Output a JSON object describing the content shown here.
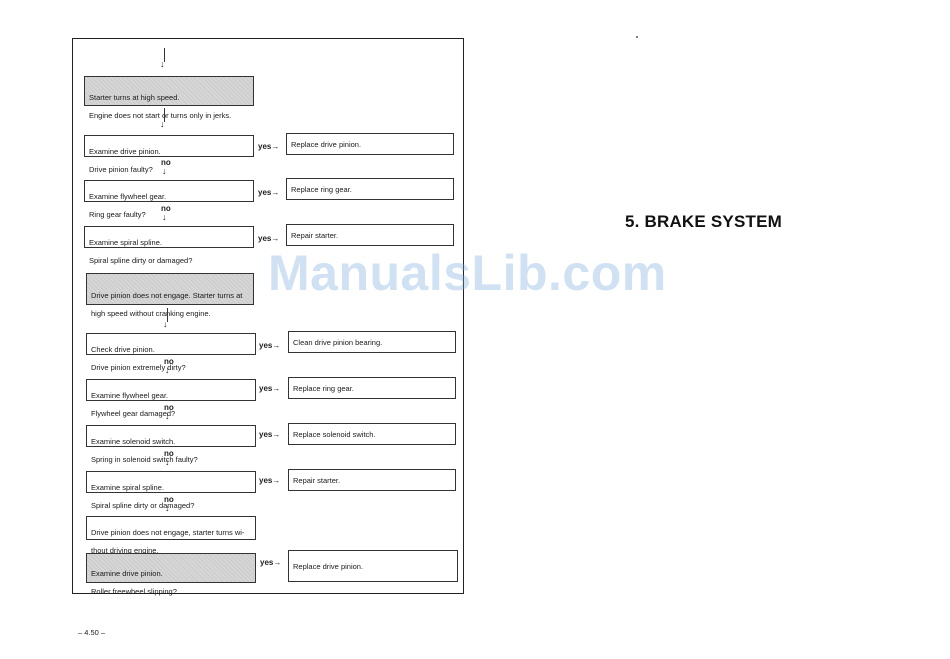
{
  "flowchart": {
    "section1": {
      "start": {
        "line1": "Starter turns at high speed.",
        "line2": "Engine does not start or turns only in jerks."
      },
      "checks": [
        {
          "q1": "Examine drive pinion.",
          "q2": "Drive pinion faulty?",
          "yes": "yes→",
          "action": "Replace drive pinion.",
          "no": "no"
        },
        {
          "q1": "Examine flywheel gear.",
          "q2": "Ring gear faulty?",
          "yes": "yes→",
          "action": "Replace ring gear.",
          "no": "no"
        },
        {
          "q1": "Examine spiral spline.",
          "q2": "Spiral spline dirty or damaged?",
          "yes": "yes→",
          "action": "Repair starter."
        }
      ]
    },
    "section2": {
      "start": {
        "line1": "Drive pinion does not engage. Starter turns at",
        "line2": "high speed without cranking engine."
      },
      "checks": [
        {
          "q1": "Check drive pinion.",
          "q2": "Drive pinion extremely dirty?",
          "yes": "yes→",
          "action": "Clean drive pinion bearing.",
          "no": "no"
        },
        {
          "q1": "Examine flywheel gear.",
          "q2": "Flywheel gear damaged?",
          "yes": "yes→",
          "action": "Replace ring gear.",
          "no": "no"
        },
        {
          "q1": "Examine solenoid switch.",
          "q2": "Spring in solenoid switch faulty?",
          "yes": "yes→",
          "action": "Replace solenoid switch.",
          "no": "no"
        },
        {
          "q1": "Examine spiral spline.",
          "q2": "Spiral spline dirty or damaged?",
          "yes": "yes→",
          "action": "Repair starter.",
          "no": "no"
        }
      ],
      "note": {
        "line1": "Drive pinion does not engage, starter turns wi-",
        "line2": "thout driving engine."
      },
      "last": {
        "q1": "Examine drive pinion.",
        "q2": "Roller freewheel slipping?",
        "yes": "yes→",
        "action": "Replace drive pinion."
      }
    }
  },
  "heading": "5. BRAKE SYSTEM",
  "watermark": "ManualsLib.com",
  "page_number": "– 4.50 –"
}
